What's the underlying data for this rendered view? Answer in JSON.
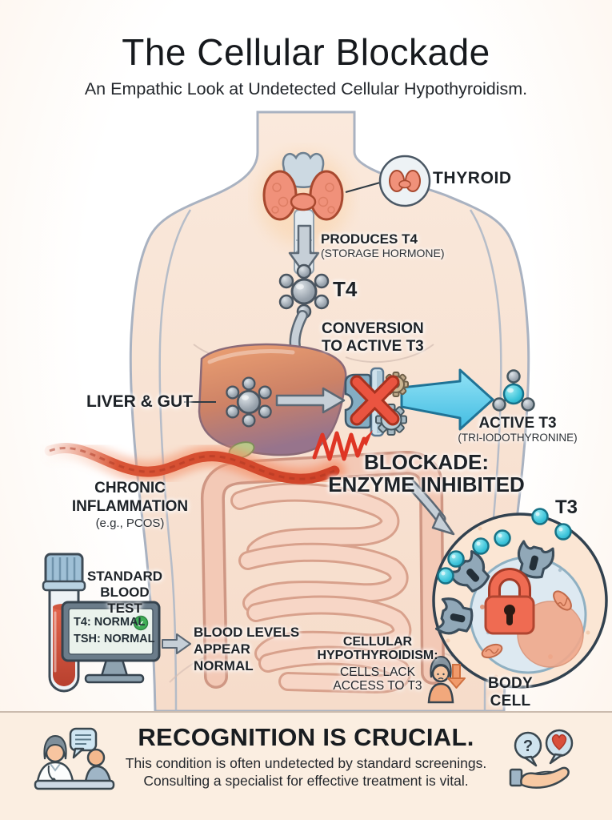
{
  "header": {
    "title": "The Cellular Blockade",
    "subtitle": "An Empathic Look at Undetected Cellular Hypothyroidism."
  },
  "diagram": {
    "thyroid": {
      "label": "THYROID"
    },
    "produces": {
      "title": "PRODUCES T4",
      "subtitle": "(STORAGE HORMONE)"
    },
    "t4": {
      "label": "T4"
    },
    "conversion": {
      "label": "CONVERSION\nTO ACTIVE T3"
    },
    "liver": {
      "label": "LIVER & GUT"
    },
    "active_t3": {
      "label": "ACTIVE T3",
      "subtitle": "(TRI-IODOTHYRONINE)"
    },
    "blockade": {
      "label": "BLOCKADE:\nENZYME INHIBITED"
    },
    "inflammation": {
      "label": "CHRONIC\nINFLAMMATION",
      "subtitle": "(e.g., PCOS)"
    },
    "blood_test": {
      "label": "STANDARD\nBLOOD TEST",
      "screen": {
        "t4": "T4: NORMAL",
        "tsh": "TSH: NORMAL"
      },
      "result": "BLOOD LEVELS\nAPPEAR\nNORMAL"
    },
    "cellular": {
      "title": "CELLULAR\nHYPOTHYROIDISM:",
      "subtitle": "CELLS LACK\nACCESS TO T3"
    },
    "cell": {
      "t3": "T3",
      "label": "BODY CELL"
    }
  },
  "footer": {
    "heading": "RECOGNITION IS CRUCIAL.",
    "body": "This condition is often undetected by standard screenings.\nConsulting a specialist for effective treatment is vital."
  },
  "icons": {
    "check": "✓",
    "question": "?",
    "named": [
      "thyroid-icon",
      "t4-molecule-icon",
      "t3-molecule-icon",
      "enzyme-gears-icon",
      "blocked-x-icon",
      "inflammation-wave-icon",
      "blood-tube-icon",
      "monitor-icon",
      "check-icon",
      "lock-icon",
      "body-cell-icon",
      "receptor-icon",
      "sad-person-icon",
      "down-arrow-icon",
      "doctor-patient-icon",
      "question-bubble-icon",
      "heart-bubble-icon",
      "caring-hand-icon"
    ]
  },
  "colors": {
    "accent_red": "#ea5440",
    "teal": "#3cc4da",
    "salmon": "#f0917a",
    "arrow_blue": "#5ac8e8",
    "check_green": "#3fae57",
    "skin": "#f8e4d5",
    "footer_bg": "#fbeee1"
  }
}
